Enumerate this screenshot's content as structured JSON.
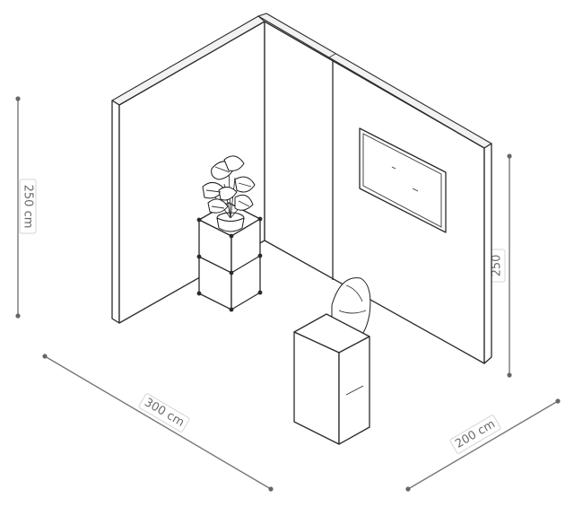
{
  "dimensions": {
    "height_left": "250 cm",
    "height_right": "250",
    "width_front": "300 cm",
    "depth_right": "200 cm"
  },
  "colors": {
    "line": "#2a2a2a",
    "dimension": "#777777",
    "background": "#ffffff"
  }
}
